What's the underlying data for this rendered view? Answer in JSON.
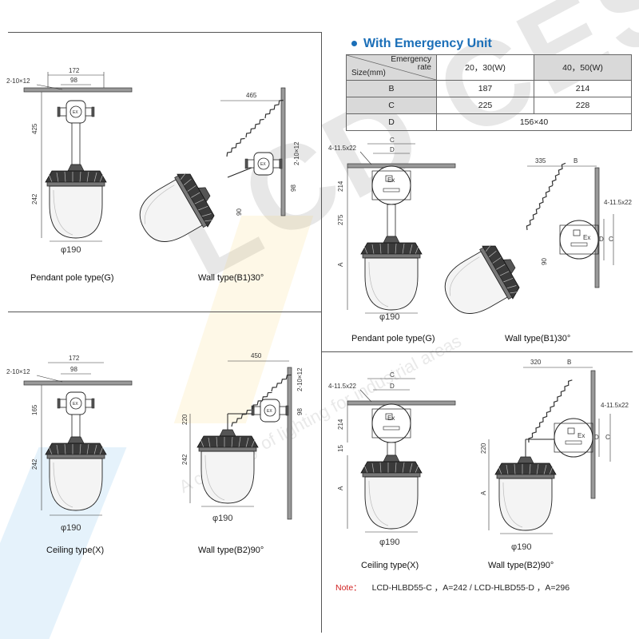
{
  "dividers": true,
  "watermark": {
    "big_text": "LCD CES",
    "small_text": "A company of lighting for industrial areas"
  },
  "emergency": {
    "title": "With Emergency Unit",
    "header_top": "Emergency",
    "header_rate": "rate",
    "header_size": "Size(mm)",
    "col1": "20，30(W)",
    "col2": "40，50(W)",
    "rows": [
      {
        "label": "B",
        "v1": "187",
        "v2": "214"
      },
      {
        "label": "C",
        "v1": "225",
        "v2": "228"
      },
      {
        "label": "D",
        "merged": "156×40"
      }
    ]
  },
  "panels": {
    "pendant": {
      "caption": "Pendant pole type(G)",
      "dims": {
        "top_width": "172",
        "hole_pitch": "98",
        "thread": "2-10×12",
        "height_upper": "425",
        "height_lower": "242",
        "diameter": "φ190"
      }
    },
    "wall_b1": {
      "caption": "Wall type(B1)30°",
      "dims": {
        "reach": "465",
        "thread": "2-10×12",
        "box": "98",
        "arm": "90"
      }
    },
    "ceiling": {
      "caption": "Ceiling type(X)",
      "dims": {
        "top_width": "172",
        "hole_pitch": "98",
        "thread": "2-10×12",
        "height_upper": "165",
        "height_lower": "242",
        "diameter": "φ190"
      }
    },
    "wall_b2": {
      "caption": "Wall type(B2)90°",
      "dims": {
        "reach": "450",
        "thread": "2-10×12",
        "box": "98",
        "drop": "220",
        "height_lower": "242",
        "diameter": "φ190"
      }
    },
    "em_pendant": {
      "caption": "Pendant pole type(G)",
      "dims": {
        "holes": "4-11.5x22",
        "c": "C",
        "d": "D",
        "box_h": "214",
        "stem": "275",
        "a": "A",
        "diameter": "φ190",
        "ex": "Ex"
      }
    },
    "em_wall_b1": {
      "caption": "Wall type(B1)30°",
      "dims": {
        "reach": "335",
        "b": "B",
        "holes": "4-11.5x22",
        "arm": "90",
        "c": "C",
        "d": "D",
        "ex": "Ex"
      }
    },
    "em_ceiling": {
      "caption": "Ceiling type(X)",
      "dims": {
        "holes": "4-11.5x22",
        "c": "C",
        "d": "D",
        "box_h": "214",
        "stem": "15",
        "a": "A",
        "diameter": "φ190",
        "ex": "Ex"
      }
    },
    "em_wall_b2": {
      "caption": "Wall type(B2)90°",
      "dims": {
        "reach": "320",
        "b": "B",
        "holes": "4-11.5x22",
        "drop": "220",
        "a": "A",
        "c": "C",
        "d": "D",
        "diameter": "φ190",
        "ex": "Ex"
      }
    }
  },
  "note": {
    "label": "Note：",
    "text": "LCD-HLBD55-C ，A=242 / LCD-HLBD55-D ，A=296"
  }
}
